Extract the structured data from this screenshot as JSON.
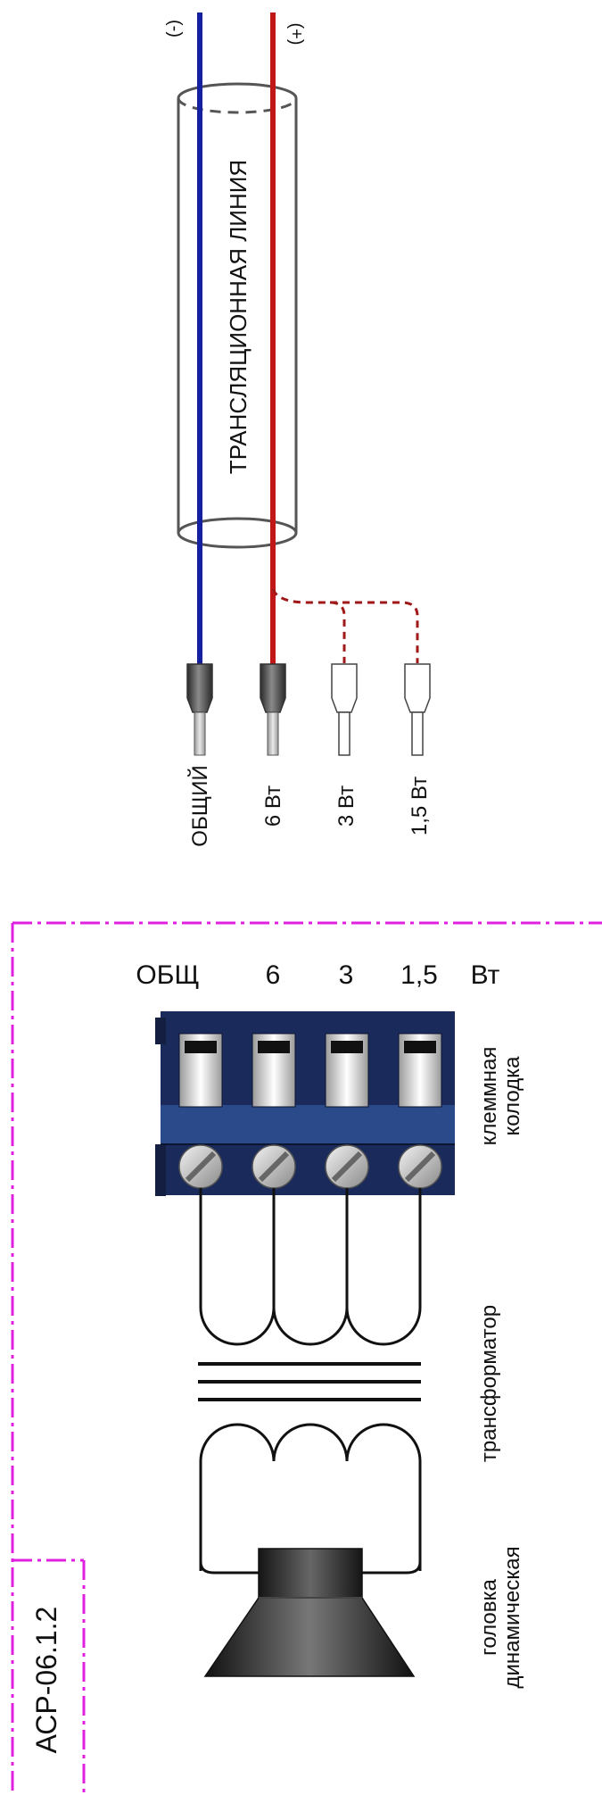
{
  "polarity": {
    "negative": "(-)",
    "positive": "(+)"
  },
  "cable": {
    "label": "ТРАНСЛЯЦИОННАЯ ЛИНИЯ"
  },
  "wire_labels": [
    "ОБЩИЙ",
    "6 Вт",
    "3 Вт",
    "1,5 Вт"
  ],
  "terminal_header": [
    "ОБЩ",
    "6",
    "3",
    "1,5",
    "Вт"
  ],
  "component_labels": {
    "terminal_block": [
      "клеммная",
      "колодка"
    ],
    "transformer": "трансформатор",
    "speaker": [
      "головка",
      "динамическая"
    ]
  },
  "device": {
    "model": "АСР-06.1.2"
  },
  "colors": {
    "negative_wire": "#1520a0",
    "positive_wire": "#c01818",
    "boundary": "#e020e0",
    "terminal_block": "#1a2a5a",
    "terminal_block_band": "#2a4a8a"
  }
}
